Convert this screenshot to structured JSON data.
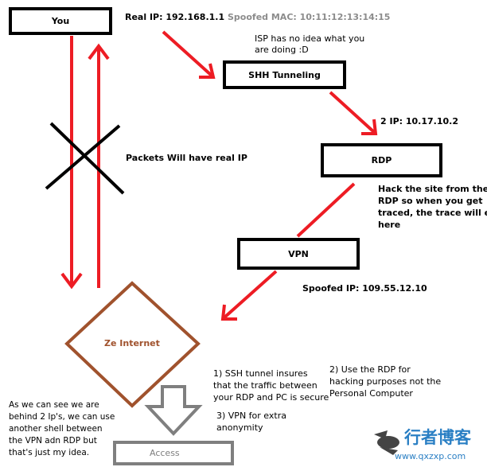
{
  "nodes": {
    "you": "You",
    "ssh": "SHH Tunneling",
    "rdp": "RDP",
    "vpn": "VPN",
    "internet": "Ze Internet",
    "access": "Access"
  },
  "labels": {
    "real_ip": "Real IP: 192.168.1.1",
    "spoofed_mac": "Spoofed MAC: 10:11:12:13:14:15",
    "isp": [
      "ISP has no idea what you",
      "are doing :D"
    ],
    "ip2": "2  IP: 10.17.10.2",
    "packets": "Packets Will have real IP",
    "hack": [
      "Hack the site from the",
      "RDP so when you get",
      "traced, the trace will end",
      "here"
    ],
    "spoofed_ip": "Spoofed IP: 109.55.12.10"
  },
  "notes": {
    "n1": [
      "1) SSH tunnel insures",
      "that the traffic between",
      "your RDP and PC is secure"
    ],
    "n2": [
      "2) Use the RDP for",
      "hacking purposes not the",
      "Personal Computer"
    ],
    "n3": [
      "3) VPN for extra",
      "anonymity"
    ],
    "side": [
      "As we can see we are",
      "behind 2 Ip's, we can use",
      "another shell between",
      "the VPN adn RDP but",
      "that's just my idea."
    ]
  },
  "watermark": {
    "text": "行者博客",
    "url": "www.qxzxp.com"
  },
  "colors": {
    "arrow": "#ed1c24",
    "internet": "#a0522d",
    "access": "#7f7f7f",
    "side_note": "#8c8c8c"
  }
}
